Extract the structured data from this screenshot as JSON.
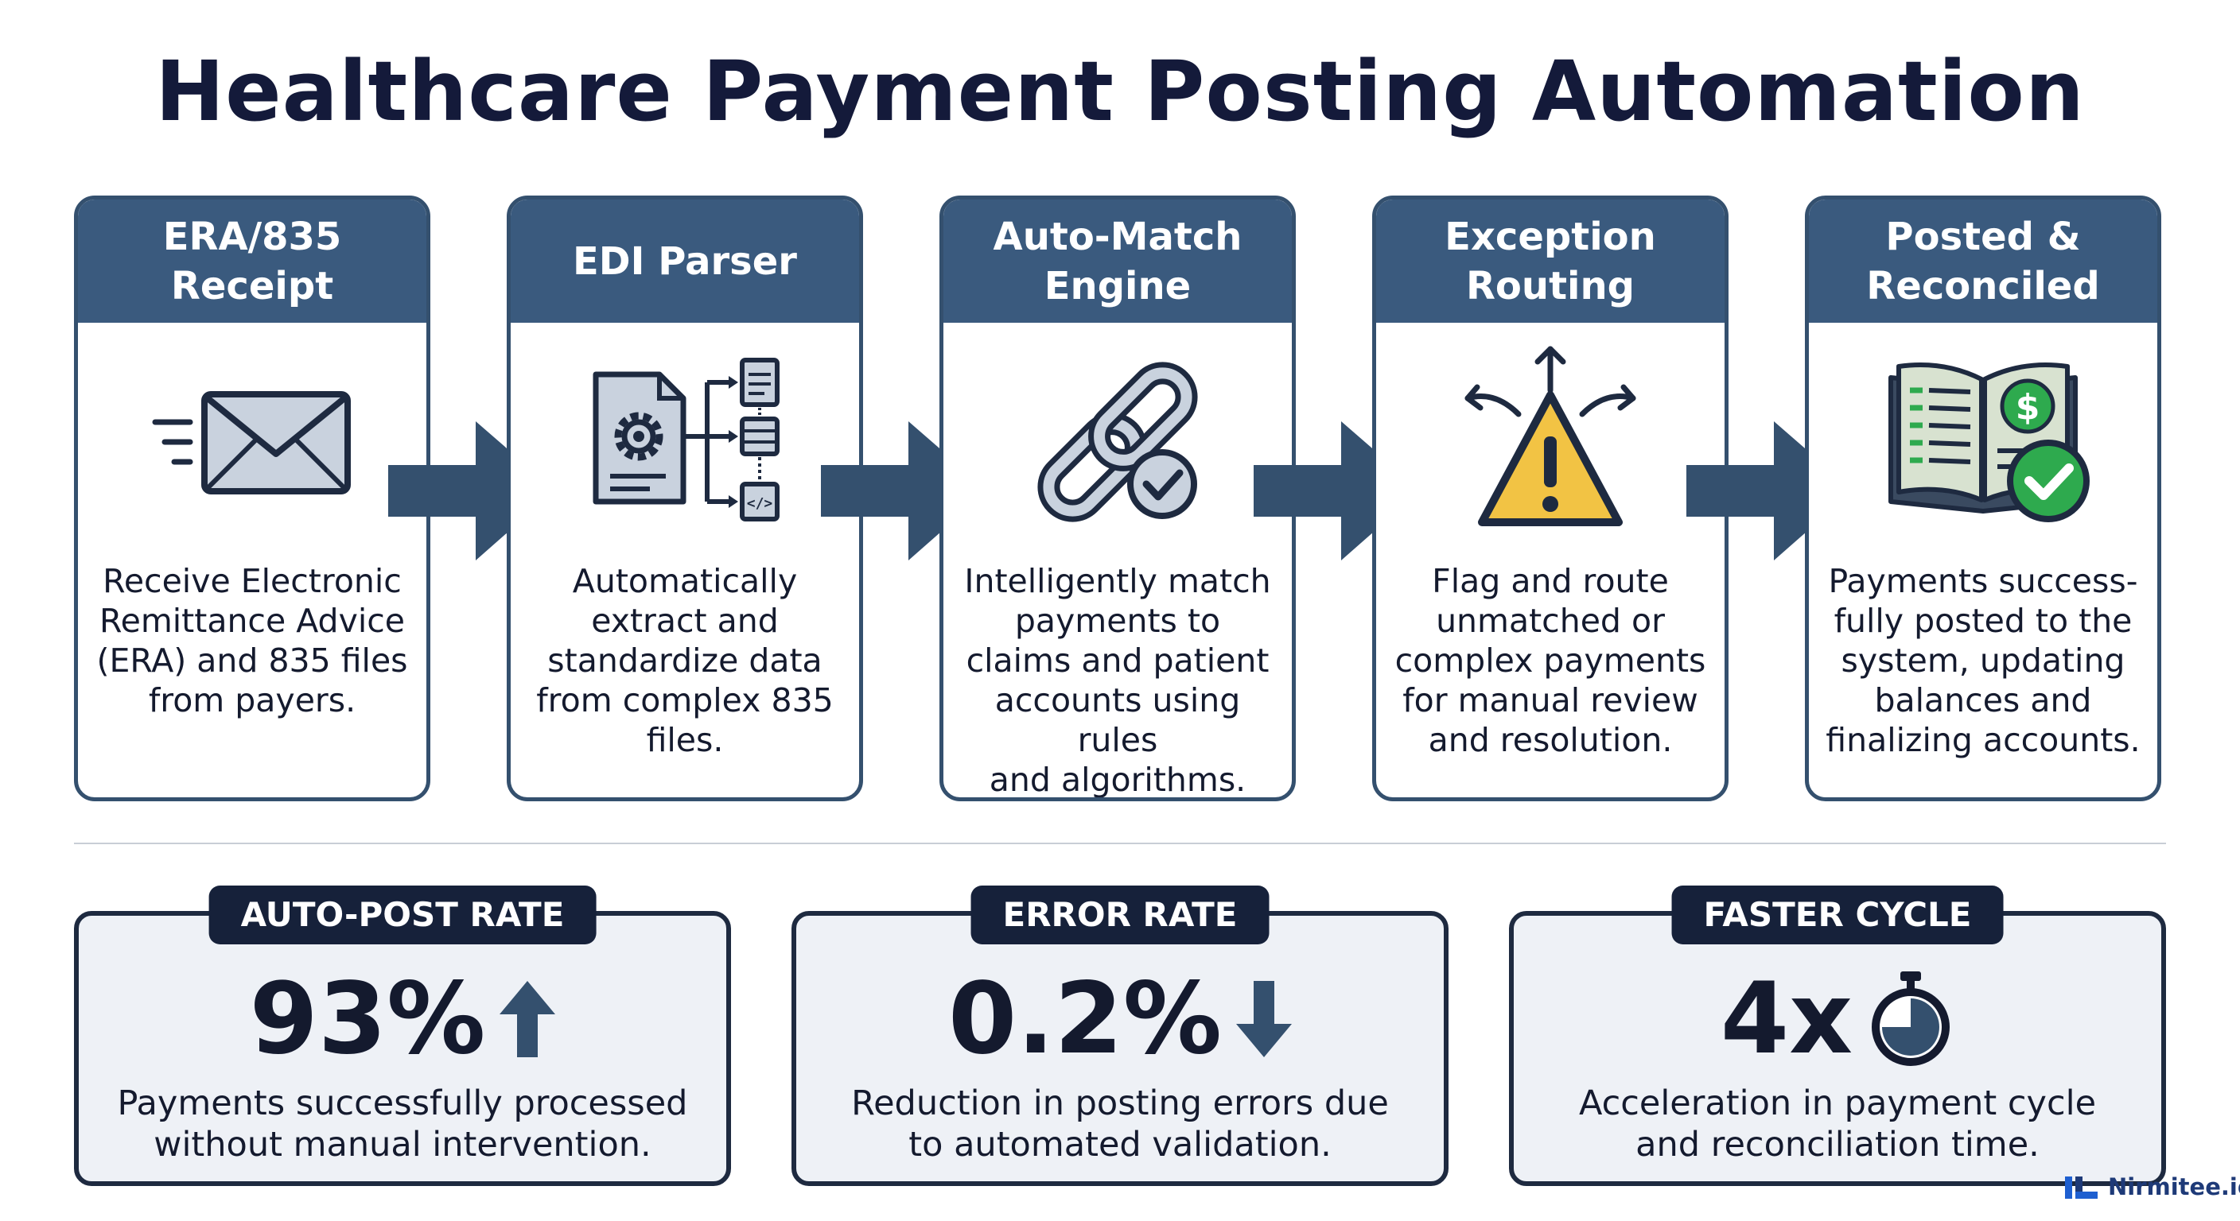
{
  "title": "Healthcare Payment Posting Automation",
  "steps": [
    {
      "title": "ERA/835\nReceipt",
      "icon": "envelope-icon",
      "description": "Receive Electronic\nRemittance Advice\n(ERA) and 835 files\nfrom payers."
    },
    {
      "title": "EDI Parser",
      "icon": "document-gear-icon",
      "description": "Automatically\nextract and\nstandardize data\nfrom complex 835\nfiles."
    },
    {
      "title": "Auto-Match\nEngine",
      "icon": "chain-link-check-icon",
      "description": "Intelligently match\npayments to\nclaims and patient\naccounts using rules\nand algorithms."
    },
    {
      "title": "Exception\nRouting",
      "icon": "warning-arrows-icon",
      "description": "Flag and route\nunmatched or\ncomplex payments\nfor manual review\nand resolution."
    },
    {
      "title": "Posted &\nReconciled",
      "icon": "ledger-check-icon",
      "description": "Payments success-\nfully posted to the\nsystem, updating\nbalances and\nfinalizing accounts."
    }
  ],
  "metrics": [
    {
      "label": "AUTO-POST RATE",
      "value": "93%",
      "icon": "arrow-up-icon",
      "description": "Payments successfully processed\nwithout manual intervention."
    },
    {
      "label": "ERROR RATE",
      "value": "0.2%",
      "icon": "arrow-down-icon",
      "description": "Reduction in posting errors due\nto automated validation."
    },
    {
      "label": "FASTER CYCLE",
      "value": "4x",
      "icon": "stopwatch-icon",
      "description": "Acceleration in payment cycle\nand reconciliation time."
    }
  ],
  "brand": {
    "name": "Nirmitee.io",
    "icon": "nirmitee-logo-icon"
  },
  "colors": {
    "header": "#3a5a7e",
    "border": "#34506e",
    "arrow": "#34506e",
    "tag": "#16213a",
    "warning": "#f2c344",
    "success": "#2eaa4e"
  }
}
